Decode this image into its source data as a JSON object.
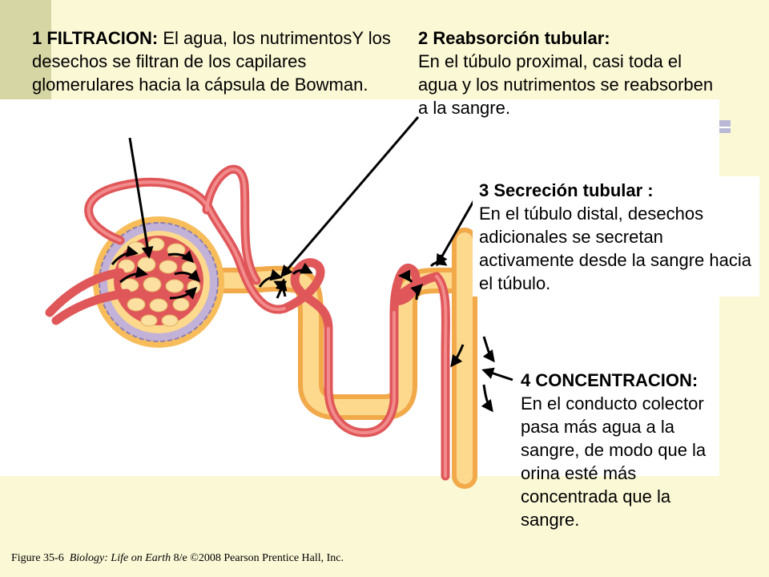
{
  "labels": {
    "filtracion": {
      "title": "1 FILTRACION:",
      "body": " El agua, los nutrimentosY los desechos se filtran de los capilares glomerulares hacia la cápsula de Bowman."
    },
    "reabsorcion": {
      "title": "2 Reabsorción tubular:",
      "body": "En el túbulo proximal, casi toda el agua y los nutrimentos se reabsorben a la sangre."
    },
    "secrecion": {
      "title": "3 Secreción tubular :",
      "body": "En el túbulo distal, desechos adicionales se secretan activamente desde la sangre hacia el túbulo."
    },
    "concentracion": {
      "title": "4 CONCENTRACION:",
      "body": "En el conducto colector pasa más agua a la sangre, de modo que la orina esté más concentrada que la sangre."
    }
  },
  "caption": {
    "figure": "Figure 35-6",
    "book": "Biology: Life on Earth",
    "rest": " 8/e  ©2008 Pearson Prentice Hall, Inc."
  },
  "colors": {
    "tubule": "#f7bd5a",
    "tubule_light": "#fcd98d",
    "vessel": "#e0575a",
    "vessel_light": "#f28b8b",
    "capsule_cells": "#c3b2d8",
    "background": "#fbf8d6"
  }
}
